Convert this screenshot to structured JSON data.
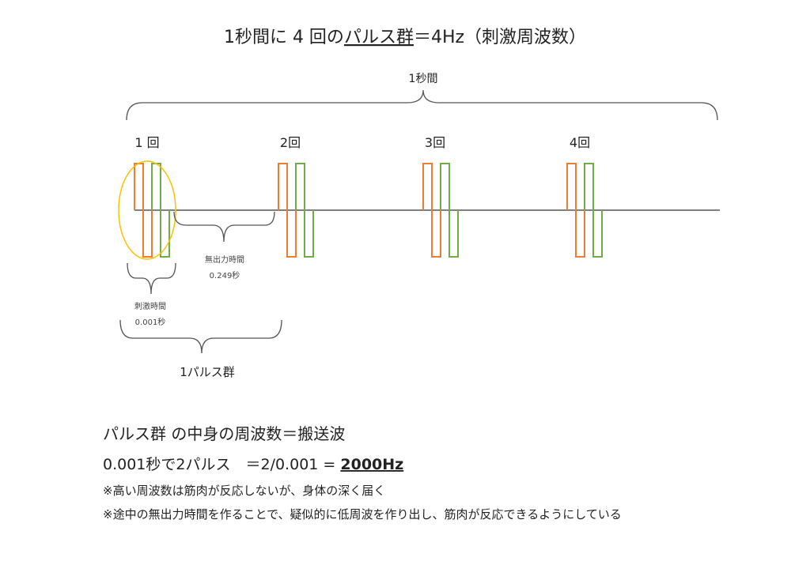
{
  "title": {
    "prefix": "1秒間に 4 回の",
    "underlined": "パルス群",
    "suffix": "＝4Hz（刺激周波数）"
  },
  "one_second_label": "1秒間",
  "repetitions": [
    "1 回",
    "2回",
    "3回",
    "4回"
  ],
  "off_time": {
    "label": "無出力時間",
    "value": "0.249秒"
  },
  "stim_time": {
    "label": "刺激時間",
    "value": "0.001秒"
  },
  "pulse_group_label": "1パルス群",
  "colors": {
    "pulse_a": "#ED7D31",
    "pulse_b": "#70AD47",
    "highlight": "#FFC000"
  },
  "explanation": {
    "heading": "パルス群 の中身の周波数＝搬送波",
    "formula_prefix": "0.001秒で2パルス　＝2/0.001 = ",
    "formula_result": "2000Hz",
    "note1": "※高い周波数は筋肉が反応しないが、身体の深く届く",
    "note2": "※途中の無出力時間を作ることで、疑似的に低周波を作り出し、筋肉が反応できるようにしている"
  }
}
